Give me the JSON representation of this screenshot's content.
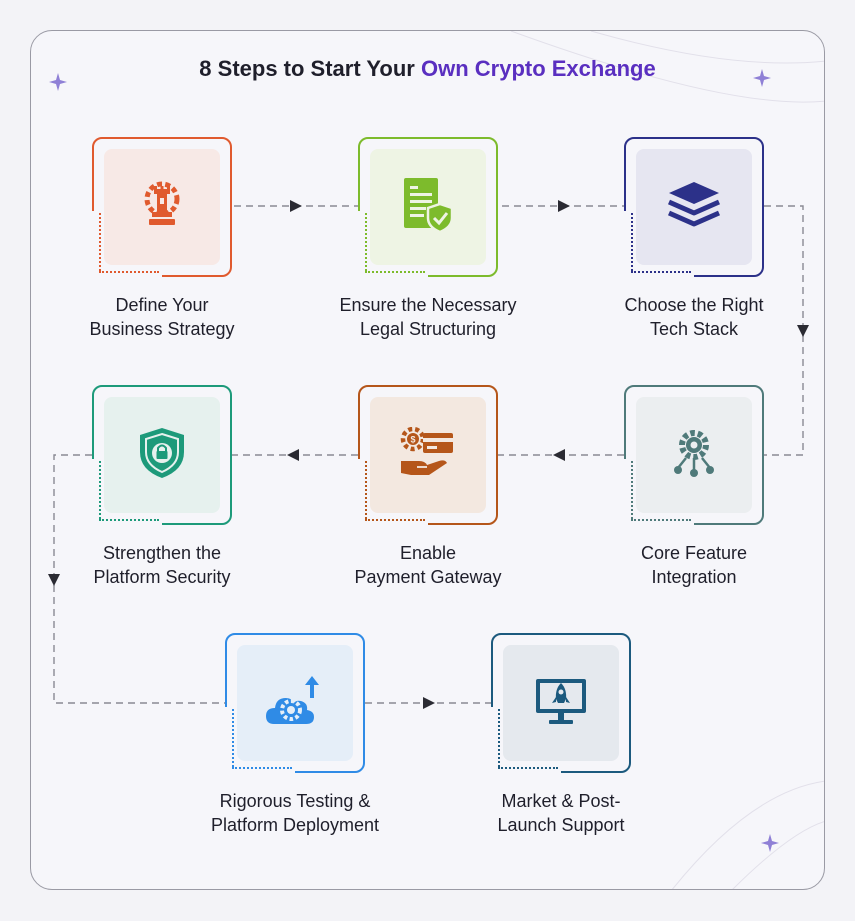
{
  "title": {
    "prefix": "8 Steps to Start Your ",
    "highlight": "Own Crypto Exchange"
  },
  "colors": {
    "accent": "#5a2fc0",
    "connector": "#8a8a93",
    "arrow_head": "#2b2b33"
  },
  "steps": [
    {
      "label_line1": "Define Your",
      "label_line2": "Business Strategy",
      "icon": "chess-rook-gear-icon",
      "color": "#e05a2e"
    },
    {
      "label_line1": "Ensure the Necessary",
      "label_line2": "Legal Structuring",
      "icon": "legal-document-shield-icon",
      "color": "#7dbb2c"
    },
    {
      "label_line1": "Choose the Right",
      "label_line2": "Tech Stack",
      "icon": "layers-stack-icon",
      "color": "#2c3189"
    },
    {
      "label_line1": "Core Feature",
      "label_line2": "Integration",
      "icon": "gear-network-icon",
      "color": "#4f7a7a"
    },
    {
      "label_line1": "Enable",
      "label_line2": "Payment Gateway",
      "icon": "payment-hand-card-icon",
      "color": "#b5561a"
    },
    {
      "label_line1": "Strengthen the",
      "label_line2": "Platform Security",
      "icon": "security-shield-lock-icon",
      "color": "#1d9a7a"
    },
    {
      "label_line1": "Rigorous Testing &",
      "label_line2": "Platform Deployment",
      "icon": "cloud-gear-upload-icon",
      "color": "#2f8be6"
    },
    {
      "label_line1": "Market & Post-",
      "label_line2": "Launch Support",
      "icon": "rocket-monitor-icon",
      "color": "#1c5a7e"
    }
  ]
}
